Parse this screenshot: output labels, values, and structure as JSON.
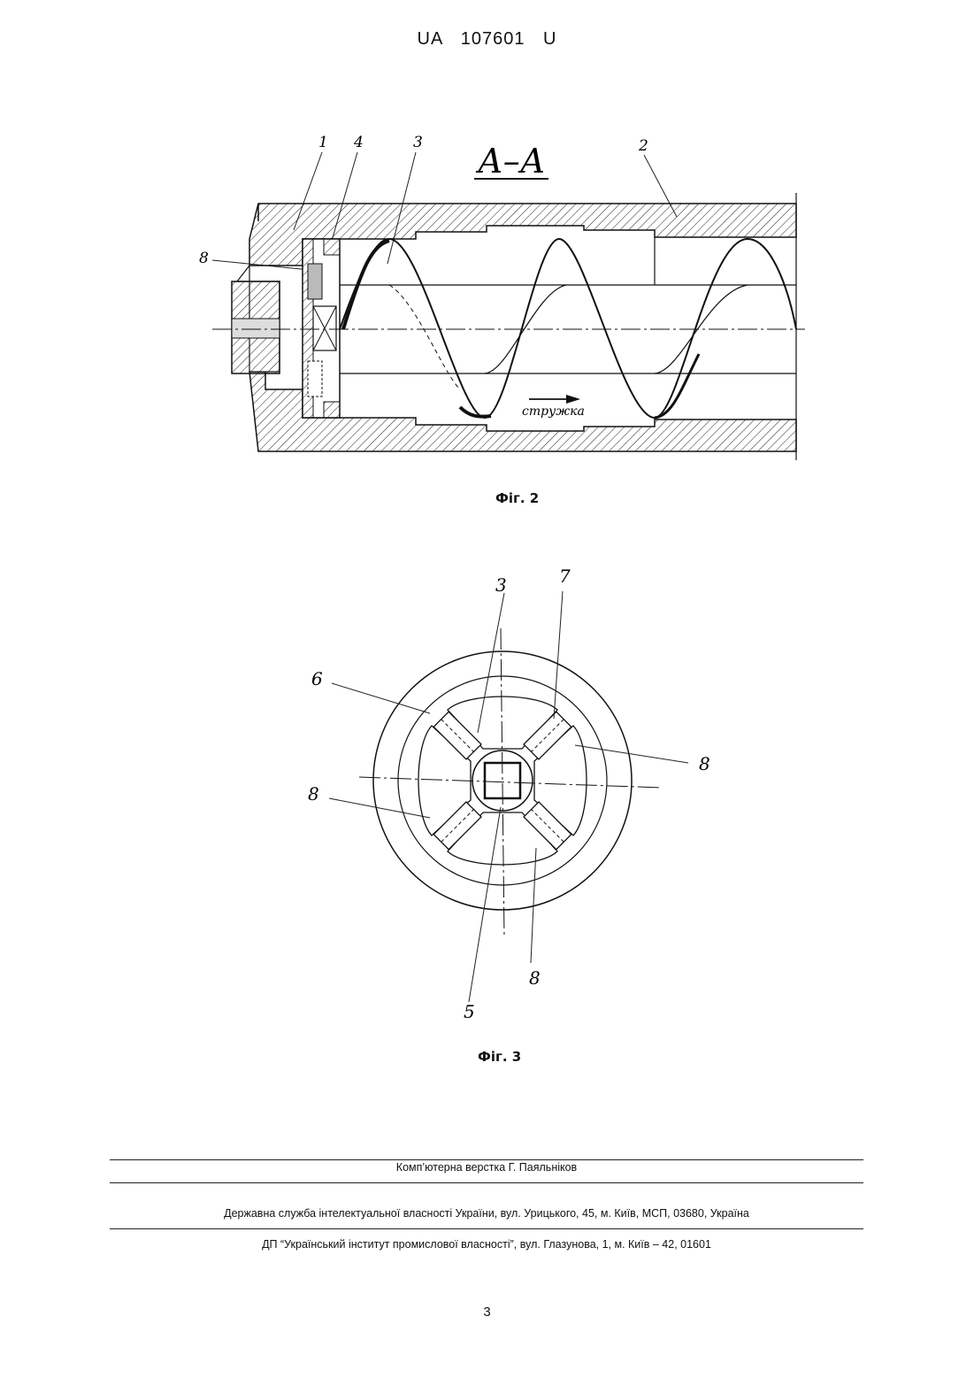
{
  "header": {
    "patent_id": "UA   107601   U"
  },
  "figure2": {
    "section_title": "А–А",
    "labels": {
      "l1": "1",
      "l4": "4",
      "l3": "3",
      "l2": "2",
      "l8": "8"
    },
    "flow_label": "стружка",
    "caption": "Фіг. 2"
  },
  "figure3": {
    "labels": {
      "l3": "3",
      "l7": "7",
      "l6": "6",
      "l8_right": "8",
      "l8_left": "8",
      "l8_bottom": "8",
      "l5": "5"
    },
    "caption": "Фіг. 3"
  },
  "footer": {
    "layout_credit": "Комп’ютерна верстка Г. Паяльніков",
    "agency": "Державна служба інтелектуальної власності України, вул. Урицького, 45, м. Київ, МСП, 03680, Україна",
    "institute": "ДП “Український інститут промислової власності”, вул. Глазунова, 1, м. Київ – 42, 01601"
  },
  "page_number": "3"
}
